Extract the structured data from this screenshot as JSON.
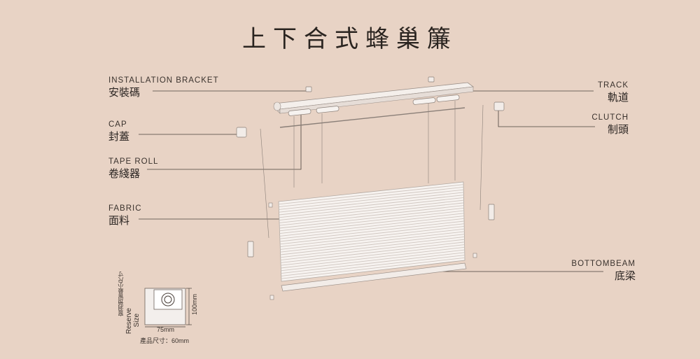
{
  "title": "上下合式蜂巢簾",
  "labels": {
    "installation_bracket": {
      "en": "INSTALLATION BRACKET",
      "zh": "安裝碼"
    },
    "cap": {
      "en": "CAP",
      "zh": "封蓋"
    },
    "tape_roll": {
      "en": "TAPE ROLL",
      "zh": "卷綫器"
    },
    "fabric": {
      "en": "FABRIC",
      "zh": "面料"
    },
    "track": {
      "en": "TRACK",
      "zh": "軌道"
    },
    "clutch": {
      "en": "CLUTCH",
      "zh": "制頭"
    },
    "bottombeam": {
      "en": "BOTTOMBEAM",
      "zh": "底梁"
    }
  },
  "dimensions": {
    "reserve_zh": "窗洞預留最小尺寸",
    "reserve_en_1": "Reserve",
    "reserve_en_2": "Size",
    "height": "100mm",
    "width": "75mm",
    "product_size": "產品尺寸：60mm"
  }
}
